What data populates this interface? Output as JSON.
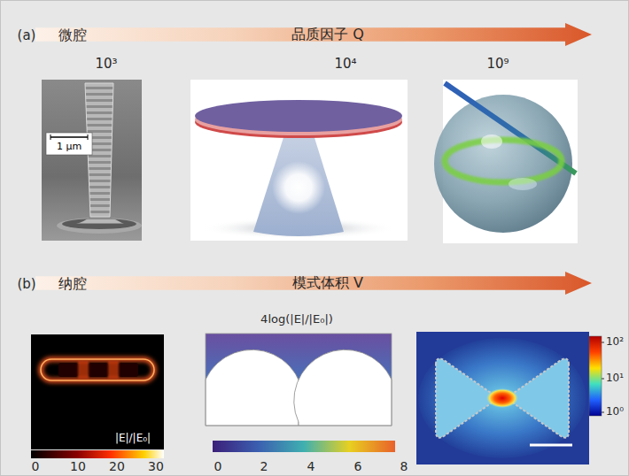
{
  "diagram": {
    "nodes": [
      {
        "text": [
          "品质因子 Q"
        ]
      },
      {
        "text": [
          "模式体积 V"
        ]
      }
    ],
    "labels": [
      "(a)",
      "微腔",
      "10³",
      "10⁴",
      "10⁹",
      "1 μm",
      "(b)",
      "纳腔",
      "|E|/|E₀|",
      "0",
      "10",
      "20",
      "30",
      "4log(|E|/|E₀|)",
      "0",
      "2",
      "4",
      "6",
      "8",
      "10²",
      "10¹",
      "10⁰"
    ]
  }
}
